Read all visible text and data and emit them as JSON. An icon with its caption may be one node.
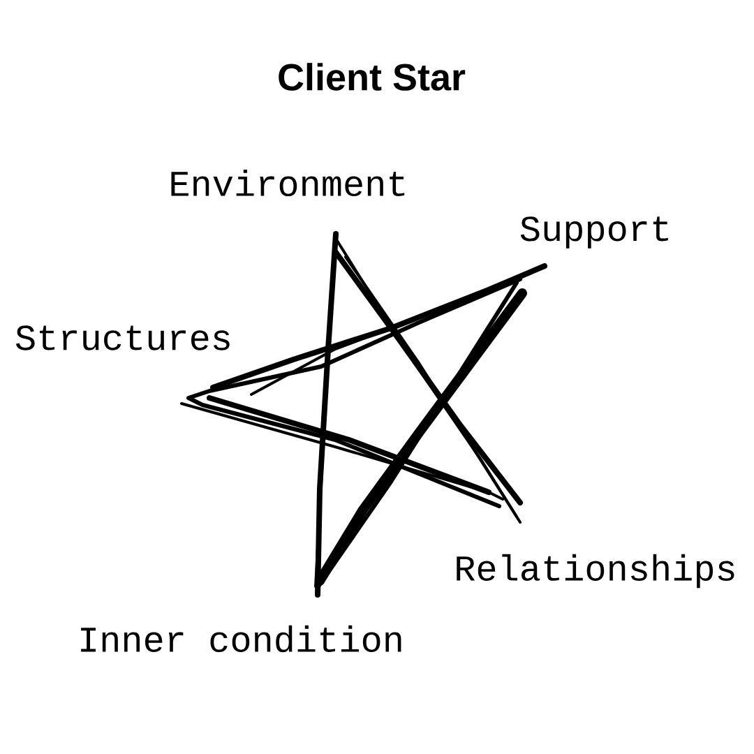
{
  "diagram": {
    "title": "Client Star",
    "labels": [
      "Environment",
      "Support",
      "Structures",
      "Relationships",
      "Inner condition"
    ]
  }
}
